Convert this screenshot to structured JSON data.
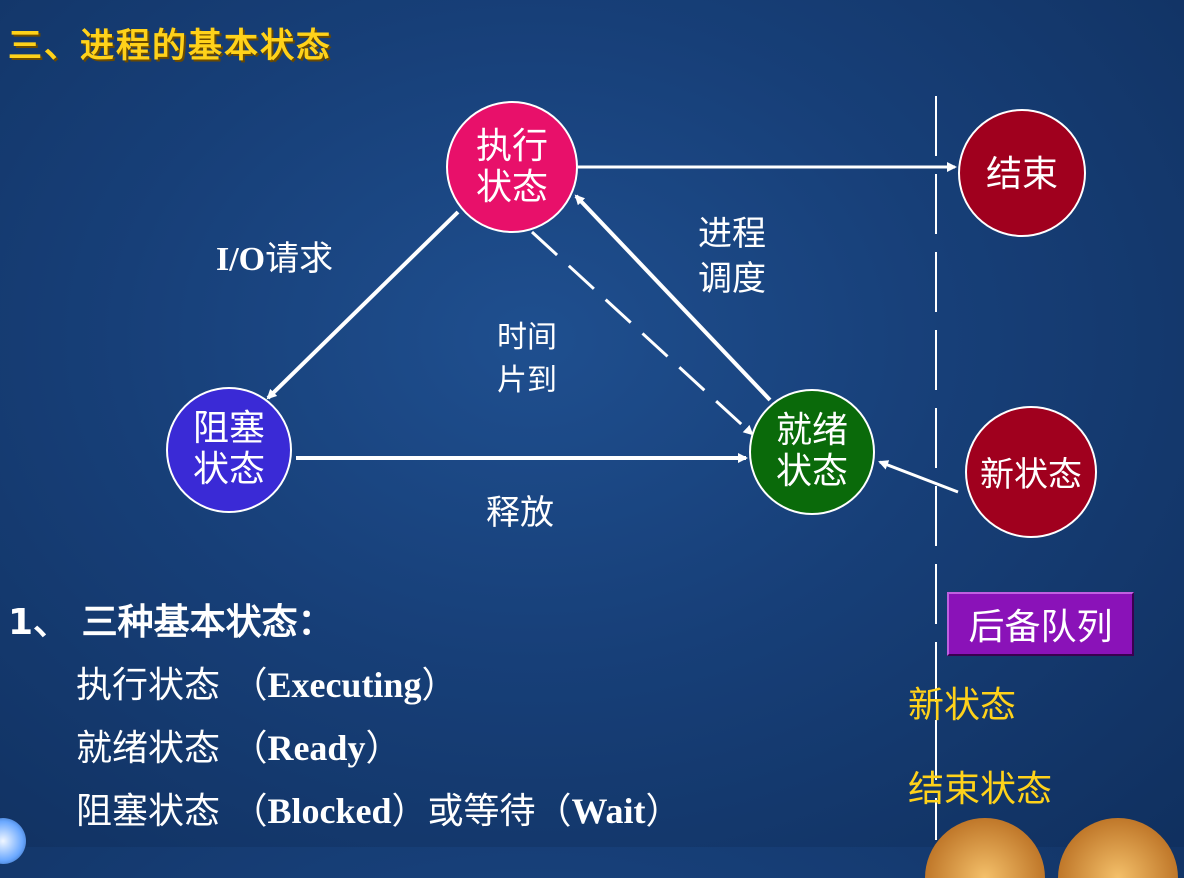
{
  "title": "三、进程的基本状态",
  "nodes": {
    "executing": {
      "line1": "执行",
      "line2": "状态",
      "color": "#e8106a"
    },
    "blocked": {
      "line1": "阻塞",
      "line2": "状态",
      "color": "#3a2ad6"
    },
    "ready": {
      "line1": "就绪",
      "line2": "状态",
      "color": "#0a6a0a"
    },
    "end": {
      "label": "结束",
      "color": "#a0001e"
    },
    "new": {
      "label": "新状态",
      "color": "#a0001e"
    }
  },
  "edges": {
    "io_request": {
      "prefix": "I/O",
      "suffix": "请求"
    },
    "scheduling": {
      "line1": "进程",
      "line2": "调度"
    },
    "timeslice": {
      "line1": "时间",
      "line2": "片到"
    },
    "release": "释放"
  },
  "list": {
    "heading": "1、 三种基本状态：",
    "items": [
      {
        "zh": "执行状态 （",
        "en": "Executing",
        "tail": "）"
      },
      {
        "zh": "就绪状态 （",
        "en": "Ready",
        "tail": "）"
      },
      {
        "zh": "阻塞状态 （",
        "en": "Blocked",
        "mid": "）或等待（",
        "en2": "Wait",
        "tail": "）"
      }
    ]
  },
  "side_panel": {
    "queue": "后备队列",
    "new_state": "新状态",
    "end_state": "结束状态"
  },
  "colors": {
    "title": "#ffd21a",
    "side_text": "#ffd21a",
    "queue_bg": "#8a12b8"
  }
}
